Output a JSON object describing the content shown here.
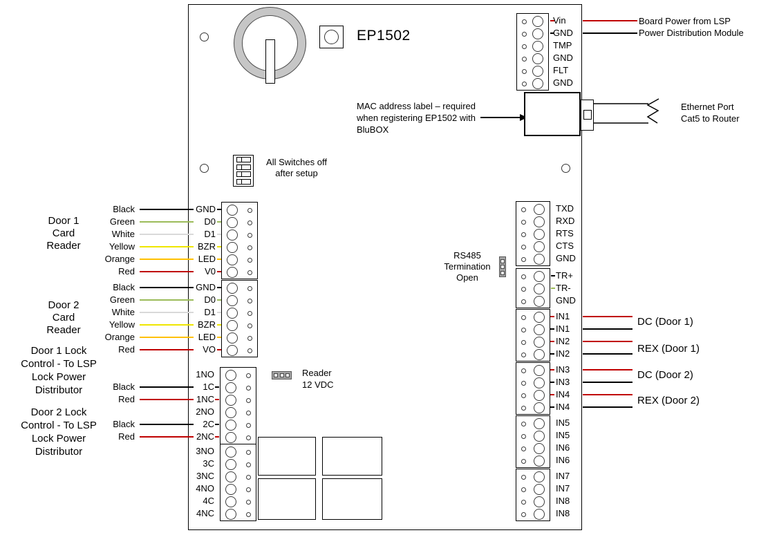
{
  "colors": {
    "Black": "#000000",
    "Green": "#9bbb59",
    "White": "#d9d9d9",
    "Yellow": "#efe600",
    "Orange": "#ffc000",
    "Red": "#c00000"
  },
  "header": {
    "title": "EP1502"
  },
  "power": {
    "pins": [
      "Vin",
      "GND",
      "TMP",
      "GND",
      "FLT",
      "GND"
    ],
    "wire1_label": "Board Power from LSP",
    "wire2_label": "Power Distribution Module"
  },
  "ethernet": {
    "mac_note": [
      "MAC address label – required",
      "when registering EP1502 with",
      "BluBOX"
    ],
    "port_note": [
      "Ethernet Port",
      "Cat5 to Router"
    ]
  },
  "dip": {
    "note": [
      "All Switches off",
      "after setup"
    ]
  },
  "comm": {
    "pins": [
      "TXD",
      "RXD",
      "RTS",
      "CTS",
      "GND"
    ]
  },
  "rs485": {
    "pins": [
      "TR+",
      "TR-",
      "GND"
    ],
    "note": [
      "RS485",
      "Termination",
      "Open"
    ]
  },
  "inputs": {
    "block1": [
      "IN1",
      "IN1",
      "IN2",
      "IN2"
    ],
    "block2": [
      "IN3",
      "IN3",
      "IN4",
      "IN4"
    ],
    "block3": [
      "IN5",
      "IN5",
      "IN6",
      "IN6"
    ],
    "block4": [
      "IN7",
      "IN7",
      "IN8",
      "IN8"
    ],
    "labels": [
      "DC (Door 1)",
      "REX (Door 1)",
      "DC (Door 2)",
      "REX (Door 2)"
    ]
  },
  "reader1": {
    "pins": [
      "GND",
      "D0",
      "D1",
      "BZR",
      "LED",
      "V0"
    ],
    "wires": [
      "Black",
      "Green",
      "White",
      "Yellow",
      "Orange",
      "Red"
    ],
    "label": [
      "Door 1",
      "Card",
      "Reader"
    ]
  },
  "reader2": {
    "pins": [
      "GND",
      "D0",
      "D1",
      "BZR",
      "LED",
      "VO"
    ],
    "wires": [
      "Black",
      "Green",
      "White",
      "Yellow",
      "Orange",
      "Red"
    ],
    "label": [
      "Door 2",
      "Card",
      "Reader"
    ]
  },
  "relays": {
    "block1_pins": [
      "1NO",
      "1C",
      "1NC",
      "2NO",
      "2C",
      "2NC"
    ],
    "block2_pins": [
      "3NO",
      "3C",
      "3NC",
      "4NO",
      "4C",
      "4NC"
    ]
  },
  "lock1": {
    "label": [
      "Door 1 Lock",
      "Control - To LSP",
      "Lock Power",
      "Distributor"
    ],
    "wires": [
      "Black",
      "Red"
    ]
  },
  "lock2": {
    "label": [
      "Door 2 Lock",
      "Control - To LSP",
      "Lock Power",
      "Distributor"
    ],
    "wires": [
      "Black",
      "Red"
    ]
  },
  "jumpers": {
    "reader_note": [
      "Reader",
      "12 VDC"
    ]
  }
}
